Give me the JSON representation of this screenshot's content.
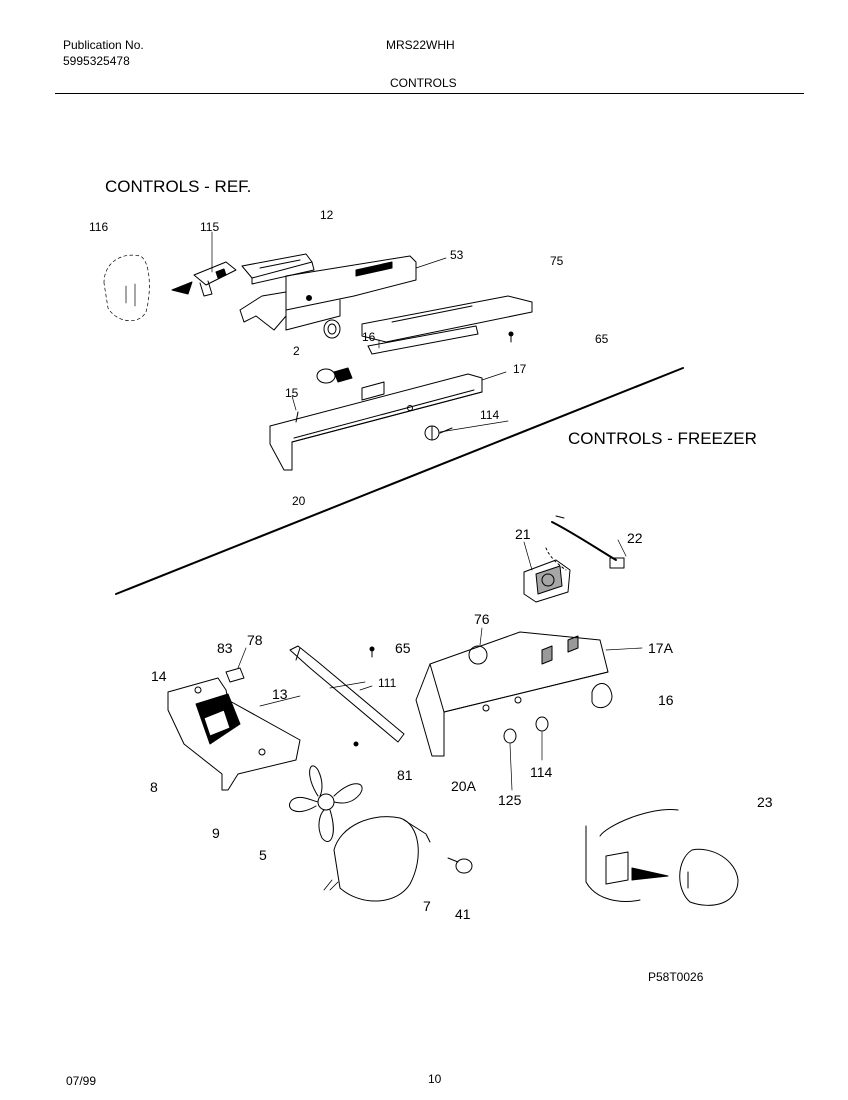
{
  "header": {
    "publication_label": "Publication No.",
    "publication_number": "5995325478",
    "model": "MRS22WHH",
    "section": "CONTROLS"
  },
  "sections": {
    "ref_title": "CONTROLS - REF.",
    "freezer_title": "CONTROLS - FREEZER"
  },
  "callouts": {
    "ref": [
      "116",
      "115",
      "12",
      "53",
      "75",
      "2",
      "16",
      "65",
      "15",
      "17",
      "114",
      "20"
    ],
    "freezer": [
      "21",
      "22",
      "76",
      "17A",
      "65",
      "83",
      "78",
      "14",
      "13",
      "111",
      "16",
      "8",
      "81",
      "20A",
      "114",
      "125",
      "23",
      "9",
      "5",
      "7",
      "41"
    ]
  },
  "diagram_code": "P58T0026",
  "footer": {
    "date": "07/99",
    "page": "10"
  }
}
